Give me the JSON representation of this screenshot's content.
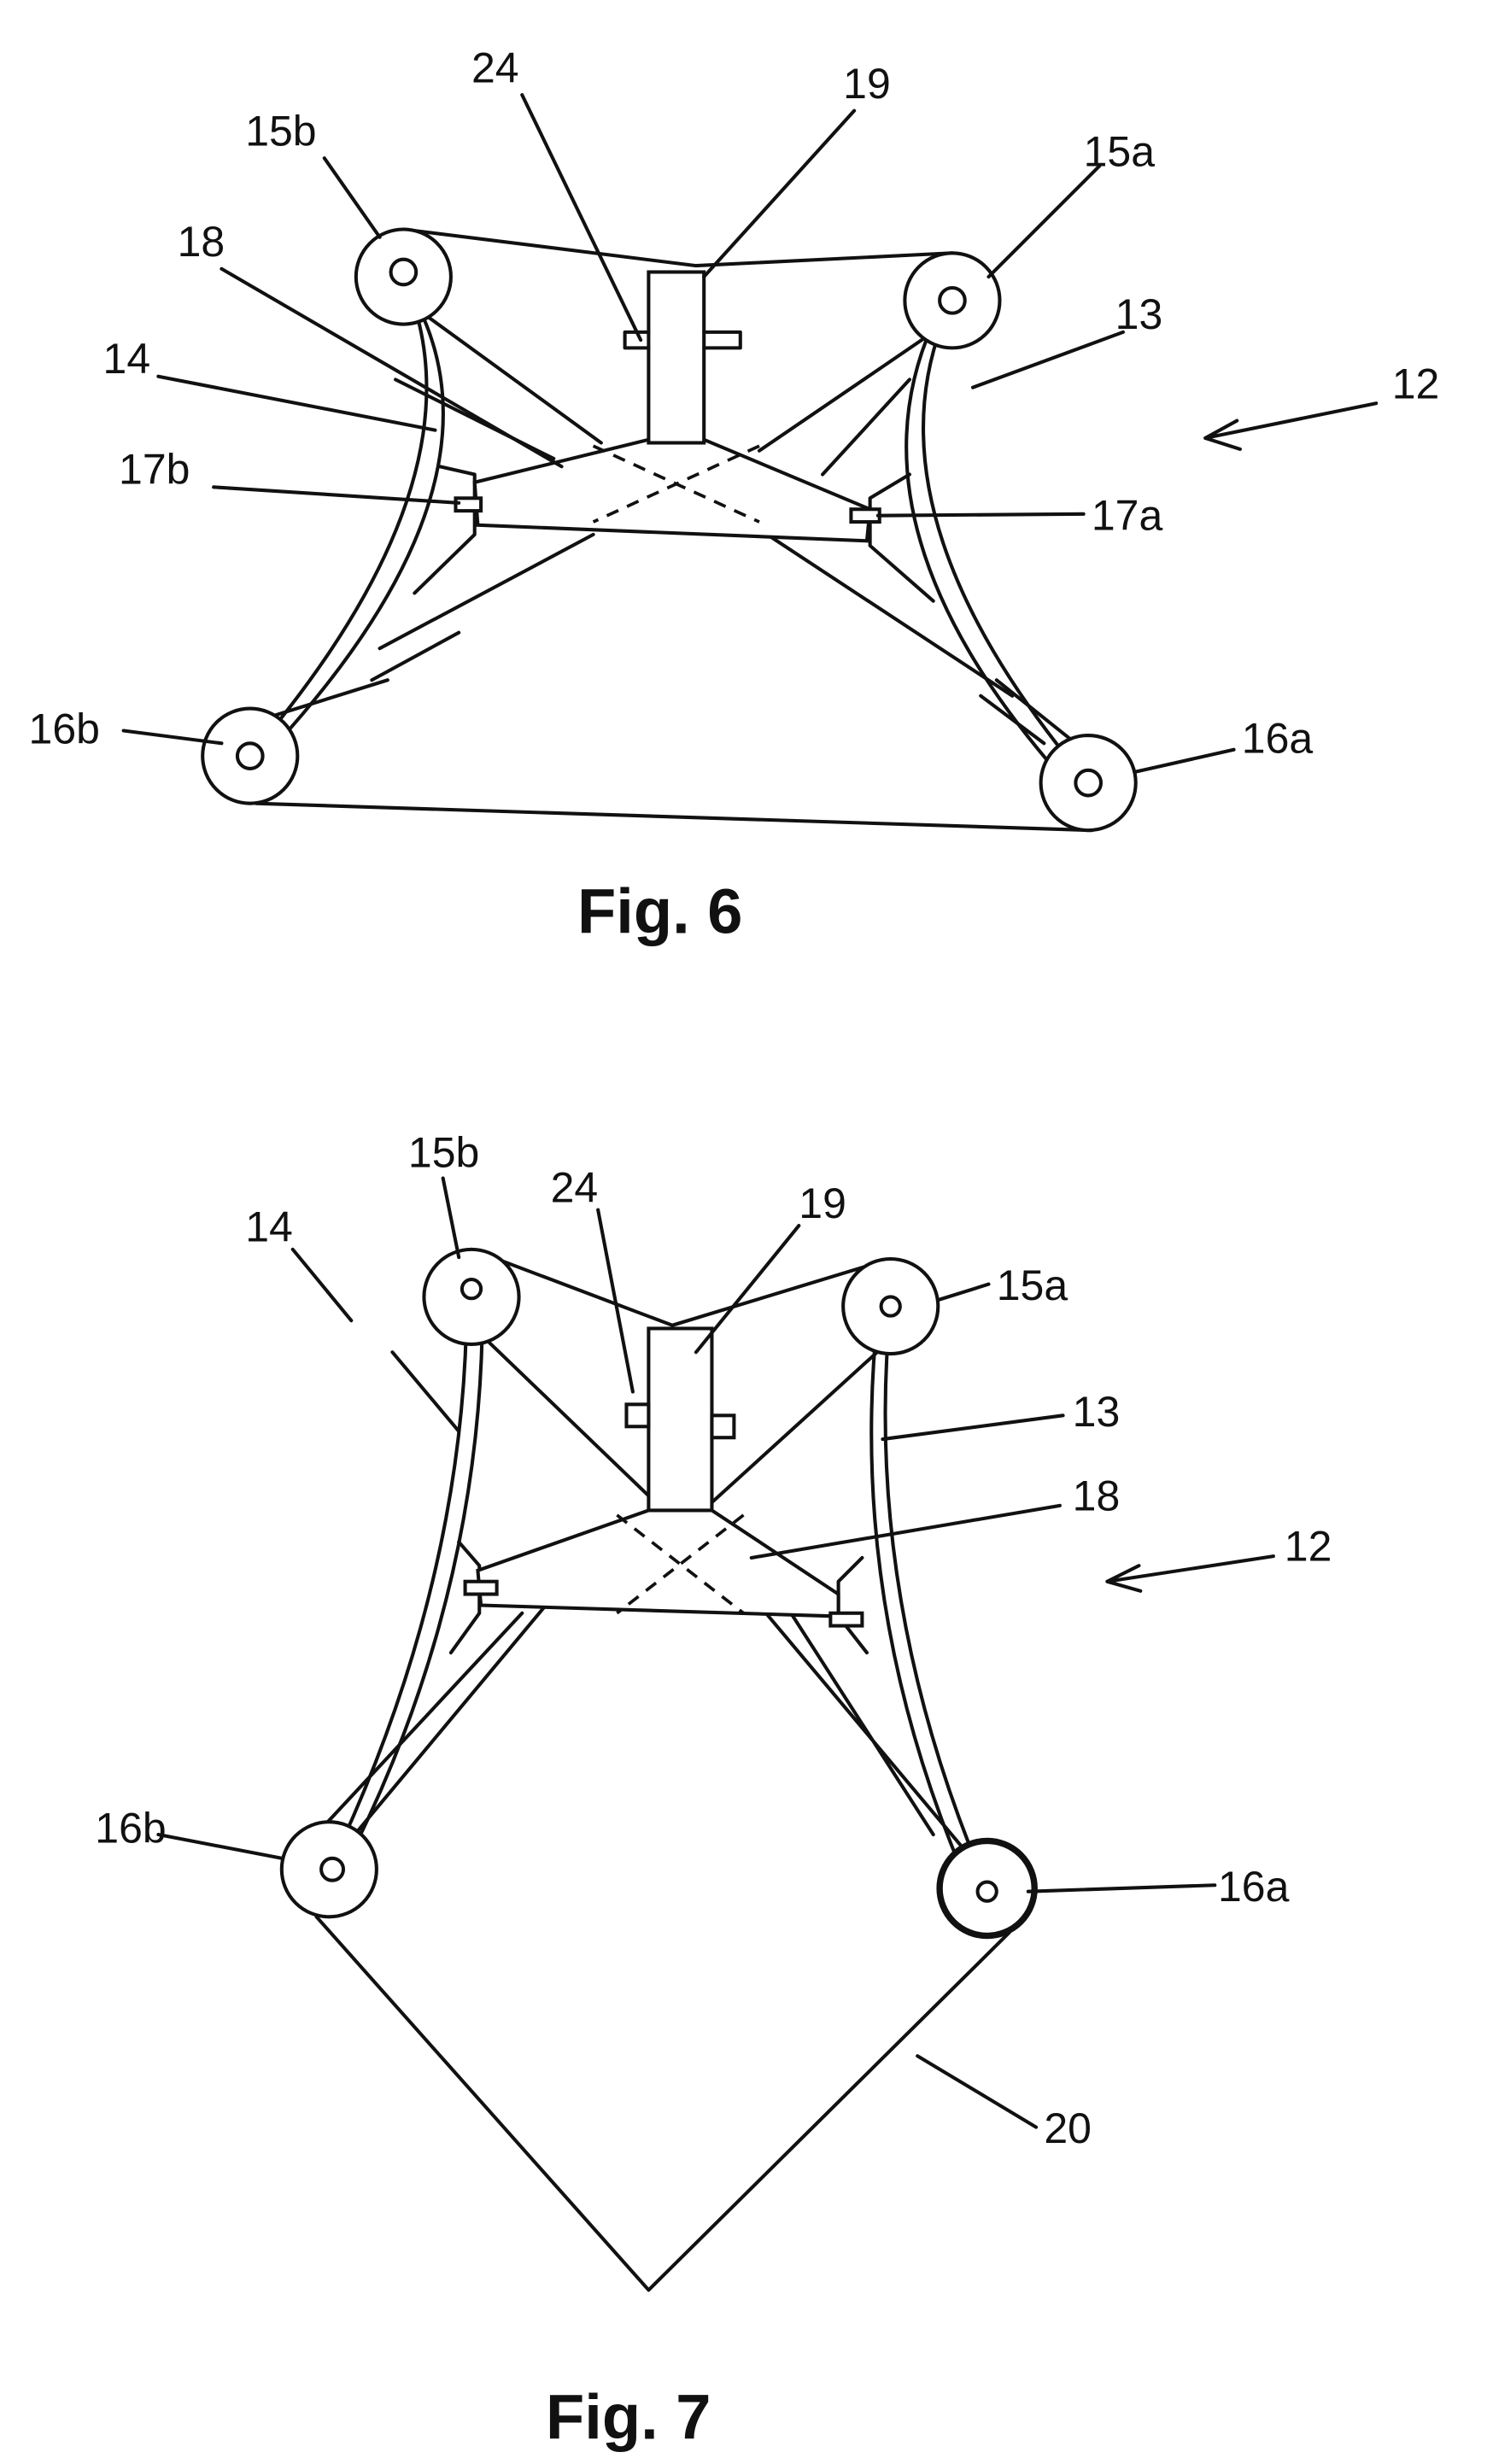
{
  "fig6": {
    "caption": "Fig. 6",
    "labels": {
      "l24": "24",
      "l19": "19",
      "l15b": "15b",
      "l15a": "15a",
      "l18": "18",
      "l13": "13",
      "l14": "14",
      "l12": "12",
      "l17b": "17b",
      "l17a": "17a",
      "l16b": "16b",
      "l16a": "16a"
    }
  },
  "fig7": {
    "caption": "Fig. 7",
    "labels": {
      "l15b": "15b",
      "l24": "24",
      "l19": "19",
      "l14": "14",
      "l15a": "15a",
      "l13": "13",
      "l18": "18",
      "l12": "12",
      "l16b": "16b",
      "l16a": "16a",
      "l20": "20"
    }
  }
}
